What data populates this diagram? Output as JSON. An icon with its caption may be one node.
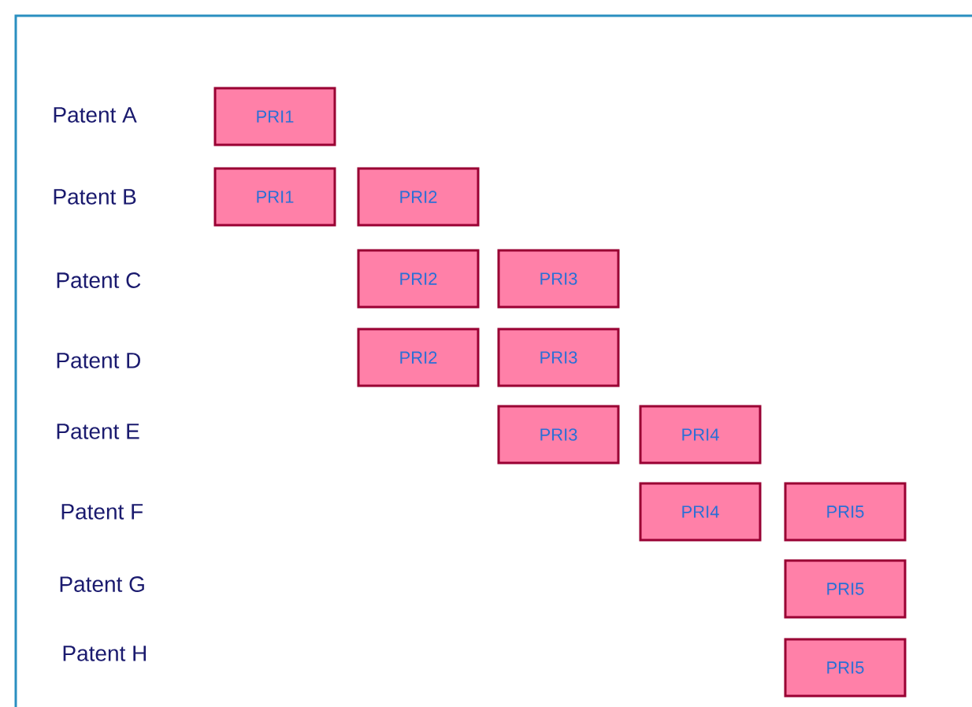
{
  "diagram": {
    "nodes": [
      {
        "text": [
          "PRI1"
        ]
      },
      {
        "text": [
          "PRI1"
        ]
      },
      {
        "text": [
          "PRI2"
        ]
      },
      {
        "text": [
          "PRI2"
        ]
      },
      {
        "text": [
          "PRI3"
        ]
      },
      {
        "text": [
          "PRI2"
        ]
      },
      {
        "text": [
          "PRI3"
        ]
      },
      {
        "text": [
          "PRI3"
        ]
      },
      {
        "text": [
          "PRI4"
        ]
      },
      {
        "text": [
          "PRI4"
        ]
      },
      {
        "text": [
          "PRI5"
        ]
      },
      {
        "text": [
          "PRI5"
        ]
      },
      {
        "text": [
          "PRI5"
        ]
      }
    ],
    "labels": [
      "Patent A",
      "Patent B",
      "Patent C",
      "Patent D",
      "Patent E",
      "Patent F",
      "Patent G",
      "Patent H"
    ]
  }
}
